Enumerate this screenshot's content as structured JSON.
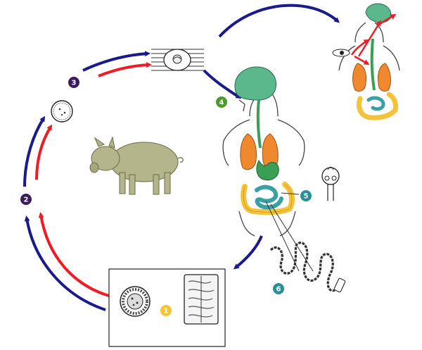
{
  "colors": {
    "blue_path": "#1a1a8c",
    "red_path": "#ee1c25",
    "badge_purple": "#3b1b5e",
    "badge_green": "#4a9a2e",
    "badge_teal": "#2b8f97",
    "badge_yellow": "#f7c331",
    "brain": "#5ab88c",
    "lungs": "#f0892e",
    "liver_stomach": "#3a9e55",
    "intestine_outer": "#f5c23a",
    "intestine_inner": "#3aa0a4",
    "pig": "#b5b58c",
    "arrowhead": "#2a2a7a"
  },
  "stages": [
    {
      "id": "1",
      "label": "1",
      "color_key": "badge_yellow"
    },
    {
      "id": "2",
      "label": "2",
      "color_key": "badge_purple"
    },
    {
      "id": "3",
      "label": "3",
      "color_key": "badge_purple"
    },
    {
      "id": "4",
      "label": "4",
      "color_key": "badge_green"
    },
    {
      "id": "5",
      "label": "5",
      "color_key": "badge_teal"
    },
    {
      "id": "6",
      "label": "6",
      "color_key": "badge_teal"
    }
  ]
}
